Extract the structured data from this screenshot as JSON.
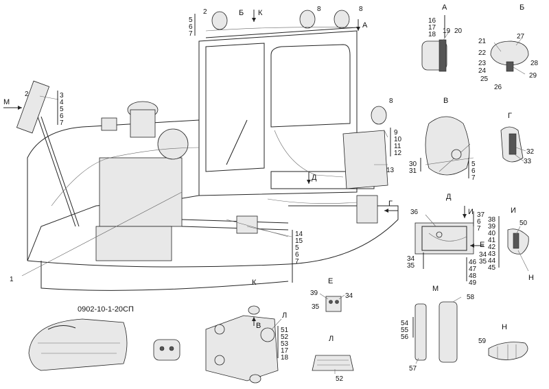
{
  "doc_code": "0902-10-1-20СП",
  "callouts": {
    "n1": "1",
    "n2a": "2",
    "n2b": "2",
    "n3": "3",
    "n4": "4",
    "n5": "5",
    "n6": "6",
    "n7": "7",
    "top_b": "Б",
    "top_k": "К",
    "top_a": "А",
    "t5": "5",
    "t6": "6",
    "t7": "7",
    "n8a": "8",
    "n8b": "8",
    "n8c": "8",
    "n9": "9",
    "n10": "10",
    "n11": "11",
    "n12": "12",
    "n13": "13",
    "arrow_m": "М",
    "arrow_d": "Д",
    "arrow_g": "Г",
    "b14": "14",
    "b15": "15",
    "b5": "5",
    "b6": "6",
    "b7": "7",
    "va_title": "А",
    "va16": "16",
    "va17": "17",
    "va18": "18",
    "va19": "19",
    "va20": "20",
    "vb_title": "Б",
    "vb21": "21",
    "vb22": "22",
    "vb23": "23",
    "vb24": "24",
    "vb25": "25",
    "vb26": "26",
    "vb27": "27",
    "vb28": "28",
    "vb29": "29",
    "vv_title": "В",
    "vv30": "30",
    "vv31": "31",
    "vv5": "5",
    "vv6": "6",
    "vv7": "7",
    "vg_title": "Г",
    "vg32": "32",
    "vg33": "33",
    "vd_title": "Д",
    "vd36": "36",
    "vd_i": "И",
    "vd37": "37",
    "vd6": "6",
    "vd7": "7",
    "vd38": "38",
    "vd39": "39",
    "vd40": "40",
    "vd41": "41",
    "vd42": "42",
    "vd43": "43",
    "vd44": "44",
    "vd45": "45",
    "vd_e": "Е",
    "vd34a": "34",
    "vd35a": "35",
    "vd34b": "34",
    "vd35b": "35",
    "vd46": "46",
    "vd47": "47",
    "vd48": "48",
    "vd49": "49",
    "vi_title": "И",
    "vi50": "50",
    "vi_n": "Н",
    "vk_title": "К",
    "vk_v": "В",
    "vk_l": "Л",
    "vk51": "51",
    "vk52": "52",
    "vk53": "53",
    "vk17": "17",
    "vk18": "18",
    "ve_title": "Е",
    "ve39": "39",
    "ve34": "34",
    "ve35": "35",
    "vl_title": "Л",
    "vl52": "52",
    "vm_title": "М",
    "vm58": "58",
    "vm54": "54",
    "vm55": "55",
    "vm56": "56",
    "vm57": "57",
    "vn_title": "Н",
    "vn59": "59"
  }
}
